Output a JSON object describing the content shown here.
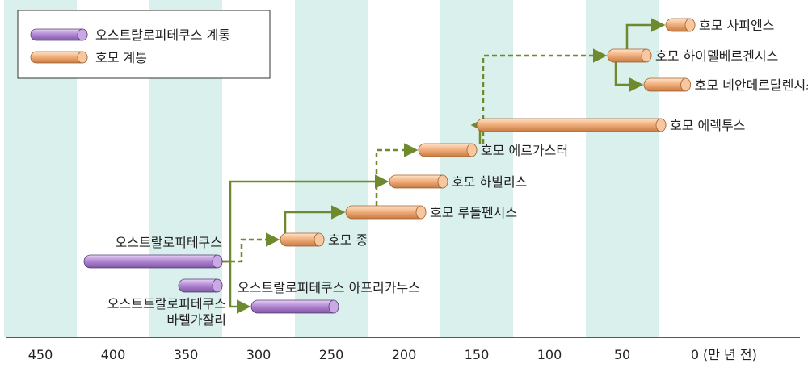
{
  "legend": {
    "australopithecus": "오스트랄로피테쿠스 계통",
    "homo": "호모 계통"
  },
  "axis": {
    "ticks": [
      "450",
      "400",
      "350",
      "300",
      "250",
      "200",
      "150",
      "100",
      "50",
      "0"
    ],
    "unit": "(만 년 전)"
  },
  "colors": {
    "band": "#d9f0ec",
    "homo_bar": "#f3b17e",
    "australopithecus_bar": "#b48ad6",
    "arrow": "#6f8a2e"
  },
  "species": [
    {
      "id": "australopithecus",
      "lineage": "australopithecus",
      "label_lines": [
        "오스트랄로피테쿠스"
      ],
      "start_ma": 4.2,
      "end_ma": 3.25
    },
    {
      "id": "australopithecus-bahrelghazali",
      "lineage": "australopithecus",
      "label_lines": [
        "오스트트랄로피테쿠스",
        "바렐가잘리"
      ],
      "start_ma": 3.55,
      "end_ma": 3.25
    },
    {
      "id": "australopithecus-africanus",
      "lineage": "australopithecus",
      "label_lines": [
        "오스트랄로피테쿠스 아프리카누스"
      ],
      "start_ma": 3.05,
      "end_ma": 2.45
    },
    {
      "id": "homo-species",
      "lineage": "homo",
      "label_lines": [
        "호모 종"
      ],
      "start_ma": 2.85,
      "end_ma": 2.55
    },
    {
      "id": "homo-rudolfensis",
      "lineage": "homo",
      "label_lines": [
        "호모 루돌펜시스"
      ],
      "start_ma": 2.4,
      "end_ma": 1.85
    },
    {
      "id": "homo-habilis",
      "lineage": "homo",
      "label_lines": [
        "호모 하빌리스"
      ],
      "start_ma": 2.1,
      "end_ma": 1.7
    },
    {
      "id": "homo-ergaster",
      "lineage": "homo",
      "label_lines": [
        "호모 에르가스터"
      ],
      "start_ma": 1.9,
      "end_ma": 1.5
    },
    {
      "id": "homo-erectus",
      "lineage": "homo",
      "label_lines": [
        "호모 에렉투스"
      ],
      "start_ma": 1.5,
      "end_ma": 0.2
    },
    {
      "id": "homo-heidelbergensis",
      "lineage": "homo",
      "label_lines": [
        "호모 하이델베르겐시스"
      ],
      "start_ma": 0.6,
      "end_ma": 0.3
    },
    {
      "id": "homo-neanderthalensis",
      "lineage": "homo",
      "label_lines": [
        "호모 네안데르탈렌시스"
      ],
      "start_ma": 0.35,
      "end_ma": 0.03
    },
    {
      "id": "homo-sapiens",
      "lineage": "homo",
      "label_lines": [
        "호모 사피엔스"
      ],
      "start_ma": 0.2,
      "end_ma": 0.0
    }
  ],
  "links": [
    {
      "from": "australopithecus",
      "to": "homo-habilis",
      "style": "solid"
    },
    {
      "from": "australopithecus",
      "to": "homo-species",
      "style": "dashed"
    },
    {
      "from": "australopithecus",
      "to": "australopithecus-africanus",
      "style": "solid"
    },
    {
      "from": "homo-species",
      "to": "homo-rudolfensis",
      "style": "solid"
    },
    {
      "from": "homo-rudolfensis",
      "to": "homo-ergaster",
      "style": "dashed"
    },
    {
      "from": "homo-ergaster",
      "to": "homo-erectus",
      "style": "solid"
    },
    {
      "from": "homo-ergaster",
      "to": "homo-heidelbergensis",
      "style": "dashed"
    },
    {
      "from": "homo-heidelbergensis",
      "to": "homo-sapiens",
      "style": "solid"
    },
    {
      "from": "homo-heidelbergensis",
      "to": "homo-neanderthalensis",
      "style": "solid"
    }
  ]
}
